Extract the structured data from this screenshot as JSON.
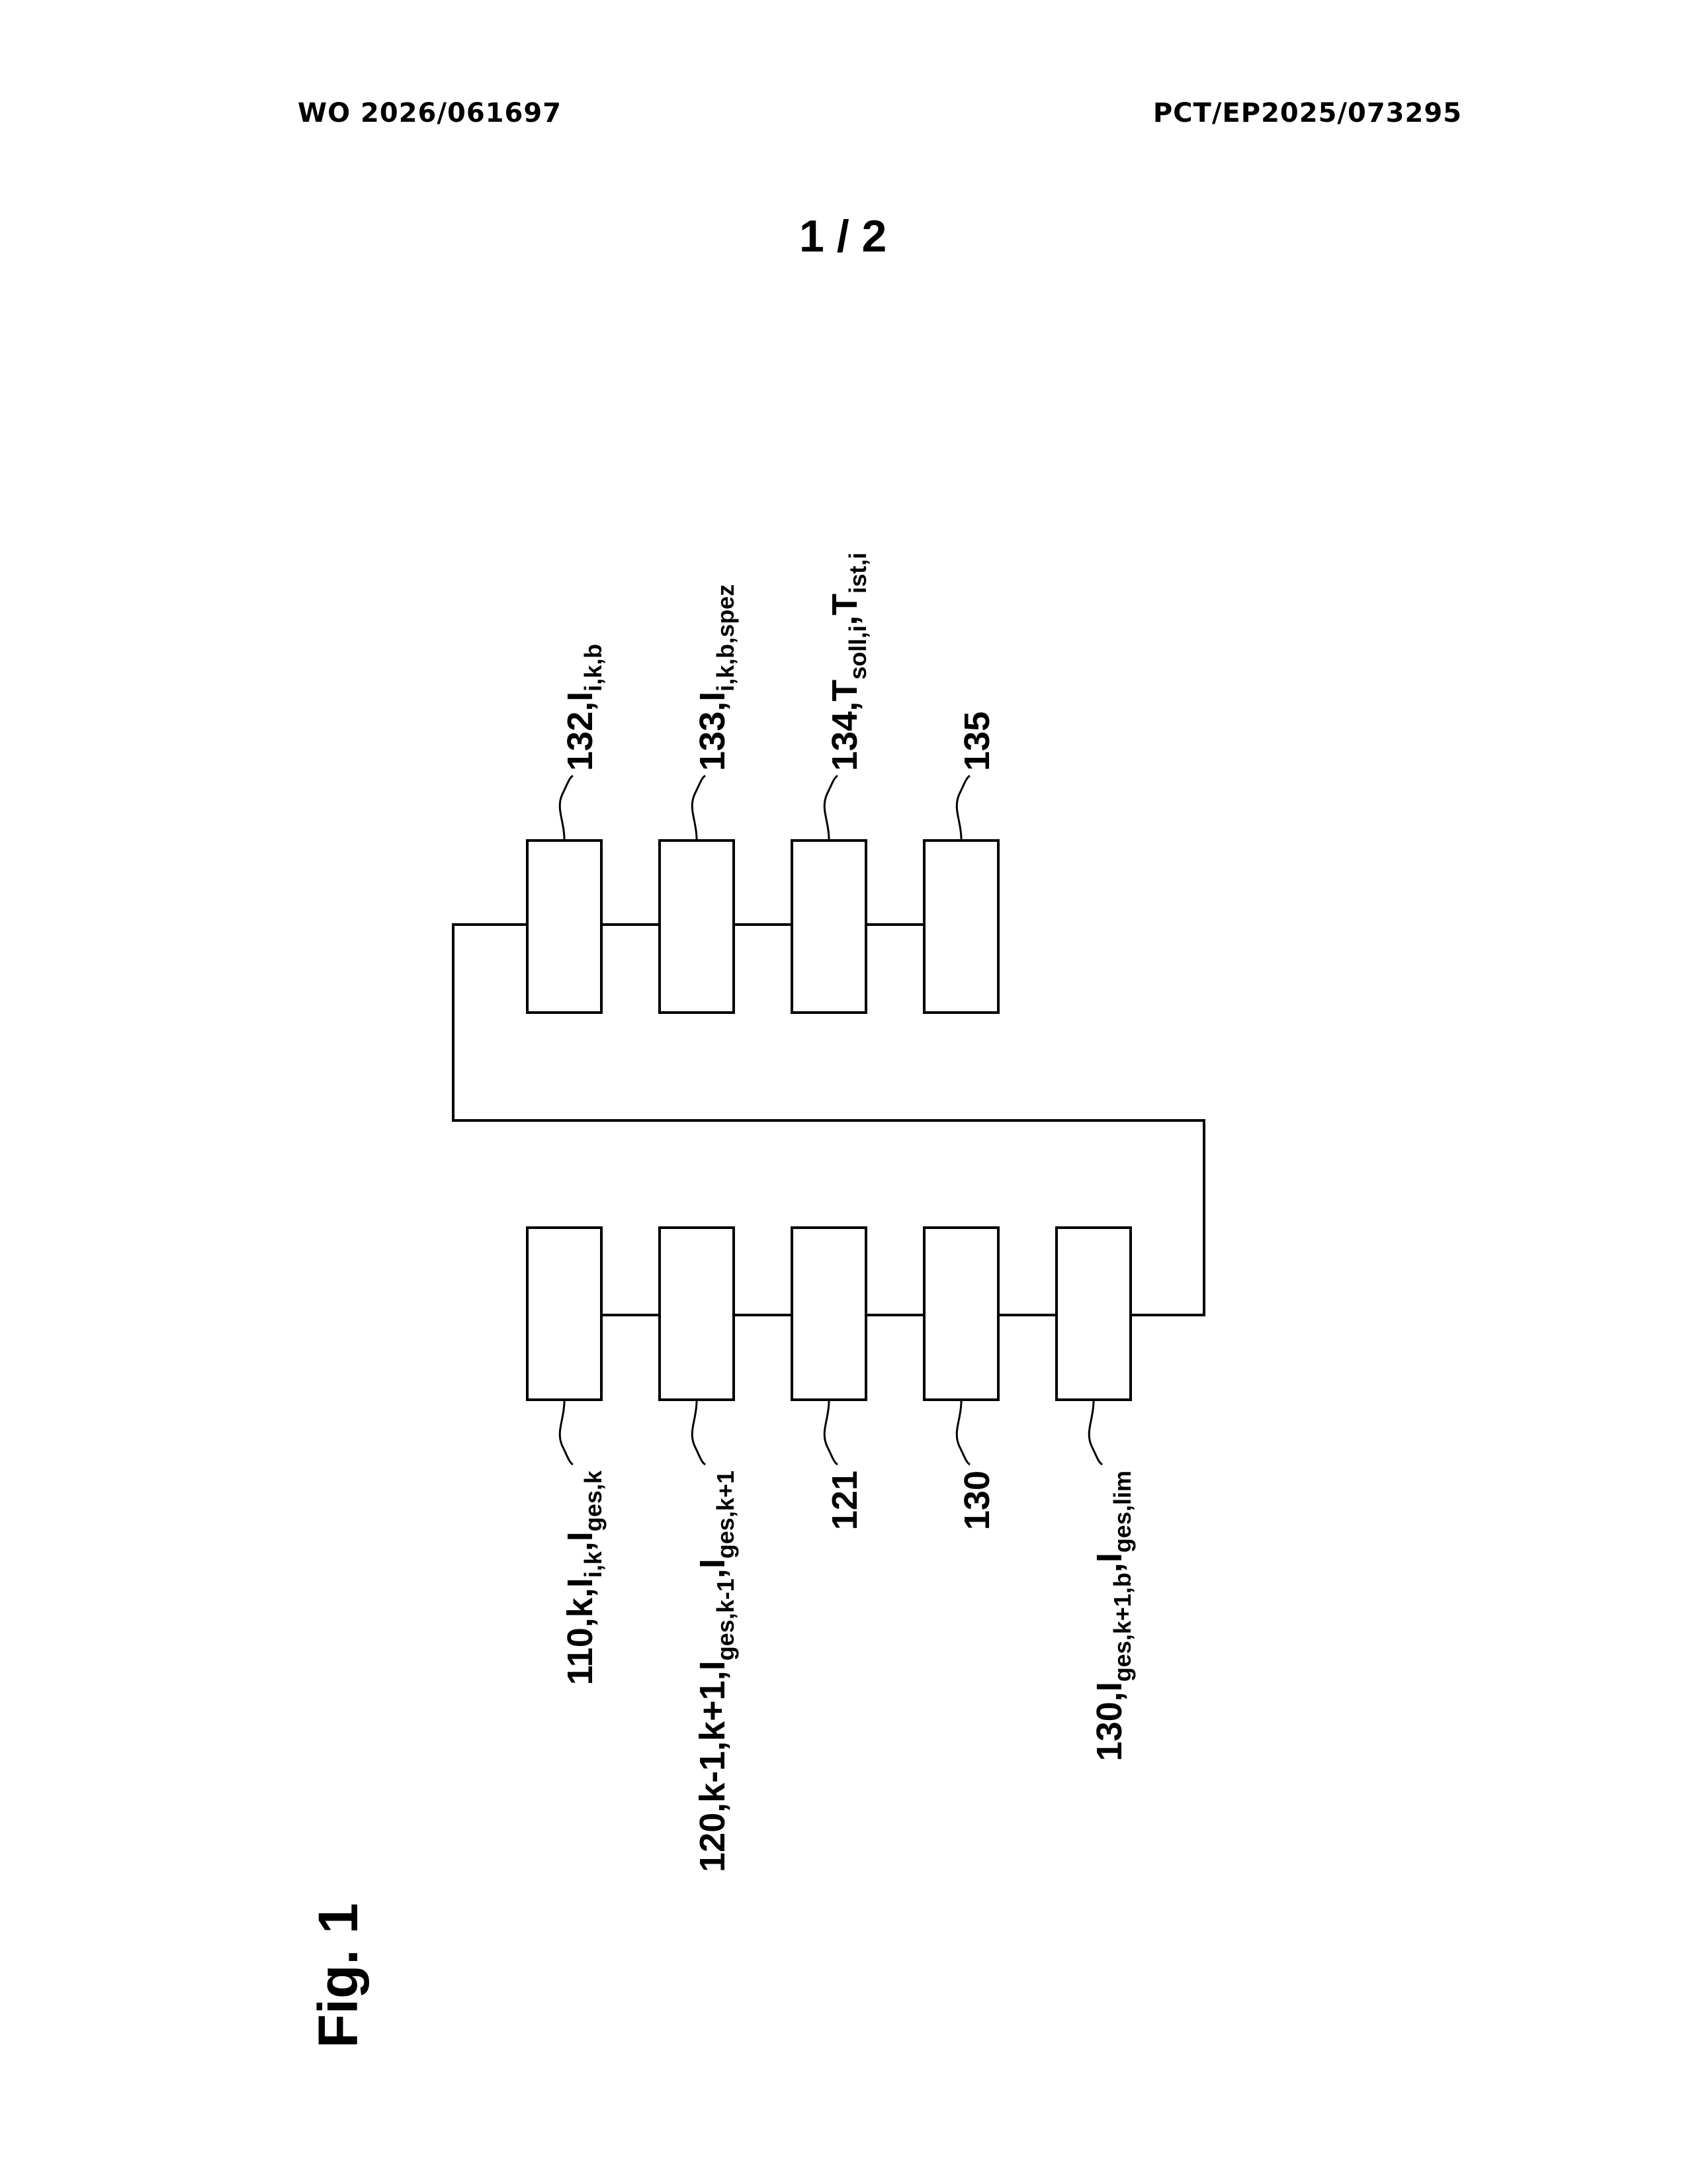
{
  "header": {
    "publication_number": "WO 2026/061697",
    "application_number": "PCT/EP2025/073295"
  },
  "page_number": "1 / 2",
  "figure_label": "Fig. 1",
  "bottom_row": {
    "labels": [
      {
        "parts": [
          {
            "t": "110,k,I"
          },
          {
            "t": "i,k",
            "sub": true
          },
          {
            "t": ",I"
          },
          {
            "t": "ges,k",
            "sub": true
          }
        ]
      },
      {
        "parts": [
          {
            "t": "120,k-1,k+1,I"
          },
          {
            "t": "ges,k-1",
            "sub": true
          },
          {
            "t": ",I"
          },
          {
            "t": "ges,k+1",
            "sub": true
          }
        ]
      },
      {
        "parts": [
          {
            "t": "121"
          }
        ]
      },
      {
        "parts": [
          {
            "t": "130"
          }
        ]
      },
      {
        "parts": [
          {
            "t": "130,I"
          },
          {
            "t": "ges,k+1,b",
            "sub": true
          },
          {
            "t": ",I"
          },
          {
            "t": "ges,lim",
            "sub": true
          }
        ]
      }
    ]
  },
  "top_row": {
    "labels": [
      {
        "parts": [
          {
            "t": "132,I"
          },
          {
            "t": "i,k,b",
            "sub": true
          }
        ]
      },
      {
        "parts": [
          {
            "t": "133,I"
          },
          {
            "t": "i,k,b,spez",
            "sub": true
          }
        ]
      },
      {
        "parts": [
          {
            "t": "134,T"
          },
          {
            "t": "soll,i",
            "sub": true
          },
          {
            "t": ",T"
          },
          {
            "t": "ist,i",
            "sub": true
          }
        ]
      },
      {
        "parts": [
          {
            "t": "135"
          }
        ]
      }
    ]
  }
}
